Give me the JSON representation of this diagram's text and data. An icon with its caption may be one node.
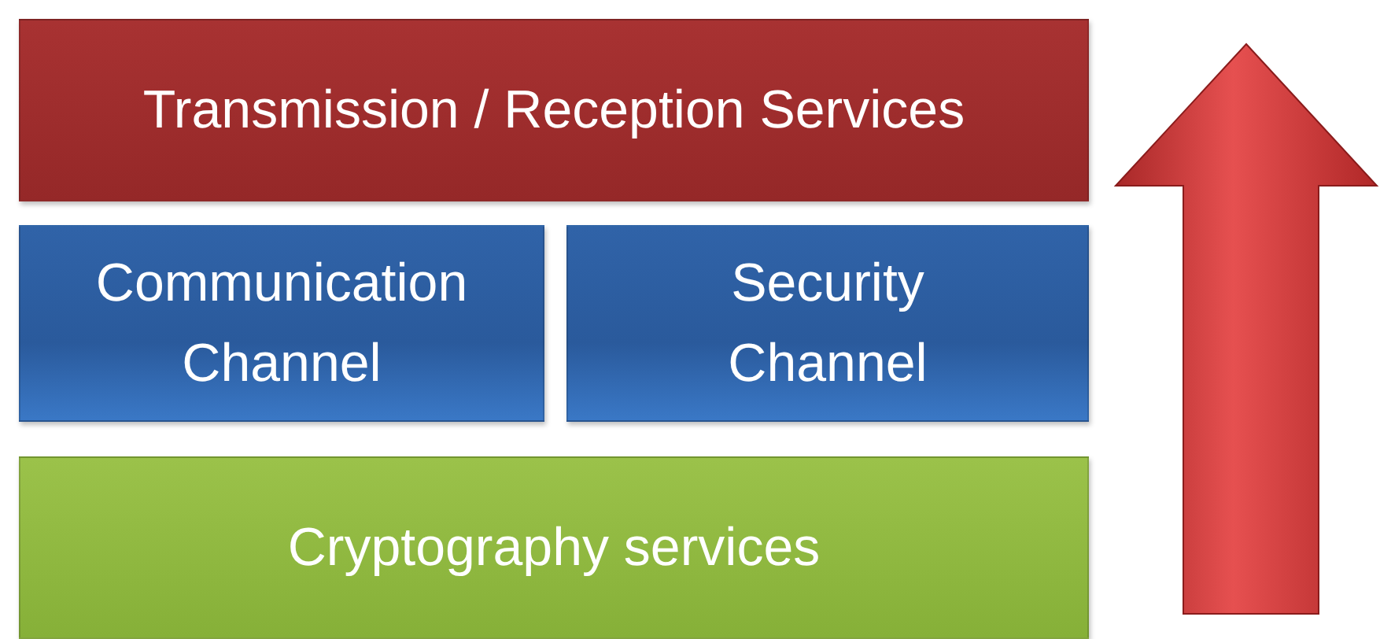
{
  "diagram": {
    "nodes": [
      {
        "text": [
          "Transmission / Reception Services"
        ]
      },
      {
        "text": [
          "Communication Channel"
        ]
      },
      {
        "text": [
          "Security Channel"
        ]
      },
      {
        "text": [
          "Cryptography services"
        ]
      }
    ]
  }
}
